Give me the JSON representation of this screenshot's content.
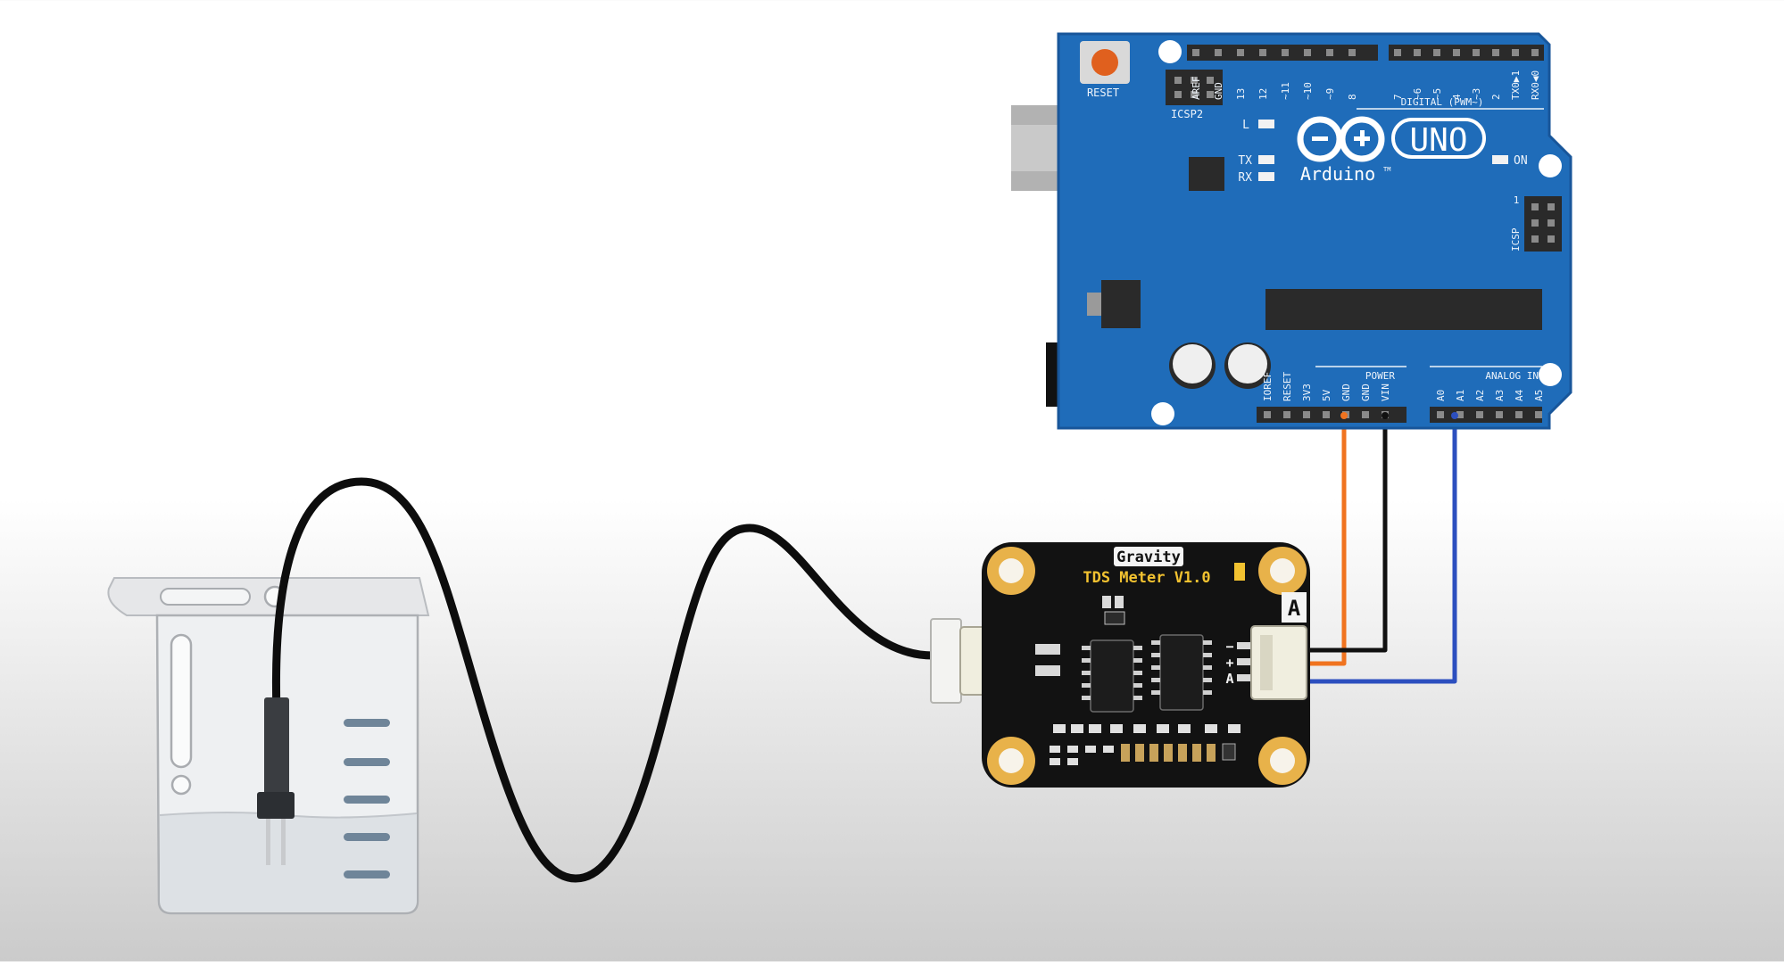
{
  "arduino": {
    "reset_label": "RESET",
    "icsp2_label": "ICSP2",
    "icsp_label": "ICSP",
    "icsp_pin1_label": "1",
    "digital_label": "DIGITAL (PWM~)",
    "digital_pins_left": [
      "AREF",
      "GND",
      "13",
      "12",
      "~11",
      "~10",
      "~9",
      "8"
    ],
    "digital_pins_right": [
      "7",
      "~6",
      "~5",
      "4",
      "~3",
      "2",
      "TX0▶1",
      "RX0◀0"
    ],
    "led_l_label": "L",
    "led_tx_label": "TX",
    "led_rx_label": "RX",
    "on_label": "ON",
    "brand_label": "Arduino",
    "trademark": "TM",
    "model_label": "UNO",
    "power_label": "POWER",
    "power_pins": [
      "IOREF",
      "RESET",
      "3V3",
      "5V",
      "GND",
      "GND",
      "VIN"
    ],
    "analog_label": "ANALOG IN",
    "analog_pins": [
      "A0",
      "A1",
      "A2",
      "A3",
      "A4",
      "A5"
    ]
  },
  "tds_board": {
    "brand_label": "Gravity",
    "title_label": "TDS Meter V1.0",
    "type_marker": "A",
    "pin_minus": "−",
    "pin_plus": "+",
    "pin_signal": "A"
  },
  "colors": {
    "arduino_board": "#1f6cb9",
    "tds_board": "#121212",
    "accent_yellow": "#f2c230",
    "wire_5v": "#f0731f",
    "wire_gnd": "#111111",
    "wire_signal": "#2c4fbf"
  }
}
